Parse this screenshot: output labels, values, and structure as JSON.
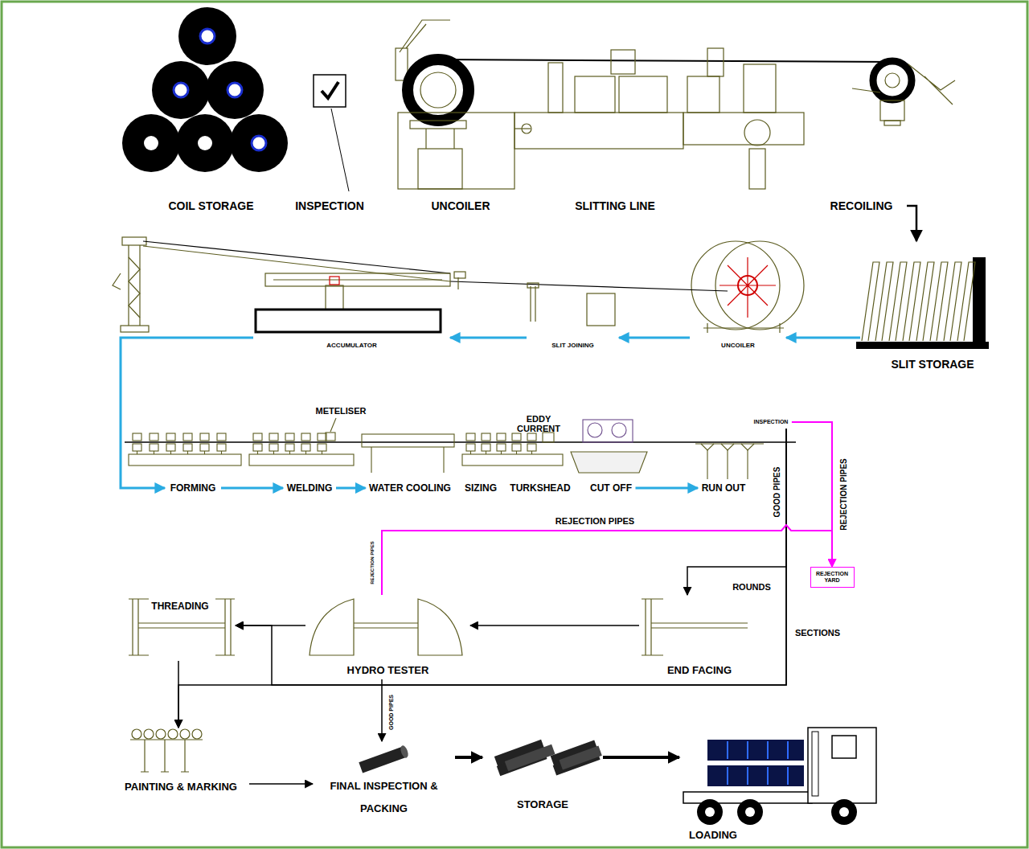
{
  "diagram": {
    "nodes": [
      {
        "text": [
          "COIL STORAGE"
        ]
      },
      {
        "text": [
          "INSPECTION"
        ]
      },
      {
        "text": [
          "UNCOILER"
        ]
      },
      {
        "text": [
          "SLITTING LINE"
        ]
      },
      {
        "text": [
          "RECOILING"
        ]
      },
      {
        "text": [
          "SLIT STORAGE"
        ]
      },
      {
        "text": [
          "UNCOILER"
        ]
      },
      {
        "text": [
          "SLIT JOINING"
        ]
      },
      {
        "text": [
          "ACCUMULATOR"
        ]
      },
      {
        "text": [
          "FORMING"
        ]
      },
      {
        "text": [
          "WELDING"
        ]
      },
      {
        "text": [
          "WATER COOLING"
        ]
      },
      {
        "text": [
          "SIZING"
        ]
      },
      {
        "text": [
          "TURKSHEAD"
        ]
      },
      {
        "text": [
          "CUT OFF"
        ]
      },
      {
        "text": [
          "RUN OUT"
        ]
      },
      {
        "text": [
          "INSPECTION"
        ]
      },
      {
        "text": [
          "REJECTION YARD"
        ]
      },
      {
        "text": [
          "END FACING"
        ]
      },
      {
        "text": [
          "HYDRO TESTER"
        ]
      },
      {
        "text": [
          "THREADING"
        ]
      },
      {
        "text": [
          "PAINTING & MARKING"
        ]
      },
      {
        "text": [
          "FINAL INSPECTION & PACKING"
        ]
      },
      {
        "text": [
          "STORAGE"
        ]
      },
      {
        "text": [
          "LOADING"
        ]
      }
    ],
    "edges": [
      {
        "from": 4,
        "to": 5,
        "arrow": "to"
      },
      {
        "from": 5,
        "to": 6,
        "arrow": "to"
      },
      {
        "from": 6,
        "to": 7,
        "arrow": "to"
      },
      {
        "from": 7,
        "to": 8,
        "arrow": "to"
      },
      {
        "from": 8,
        "to": 9,
        "arrow": "to"
      },
      {
        "from": 9,
        "to": 10,
        "arrow": "to"
      },
      {
        "from": 10,
        "to": 11,
        "arrow": "to"
      },
      {
        "from": 14,
        "to": 15,
        "arrow": "to"
      },
      {
        "from": 16,
        "to": 17,
        "label": "REJECTION PIPES",
        "arrow": "to"
      },
      {
        "from": 16,
        "to": 18,
        "label": "ROUNDS",
        "arrow": "to"
      },
      {
        "from": 16,
        "to": 21,
        "label": "SECTIONS",
        "arrow": "to"
      },
      {
        "from": 16,
        "to": 20,
        "arrow": "to"
      },
      {
        "from": 18,
        "to": 19,
        "arrow": "to"
      },
      {
        "from": 19,
        "to": 20,
        "arrow": "to"
      },
      {
        "from": 19,
        "to": 22,
        "label": "GOOD PIPES",
        "arrow": "to"
      },
      {
        "from": 19,
        "to": 17,
        "label": "REJECTION PIPES",
        "arrow": "to"
      },
      {
        "from": 20,
        "to": 21,
        "arrow": "to"
      },
      {
        "from": 21,
        "to": 22,
        "arrow": "to"
      },
      {
        "from": 22,
        "to": 23,
        "arrow": "to"
      },
      {
        "from": 23,
        "to": 24,
        "arrow": "to"
      }
    ],
    "labels": [
      "METELISER",
      "EDDY CURRENT",
      "GOOD PIPES",
      "REJECTION PIPES"
    ]
  }
}
